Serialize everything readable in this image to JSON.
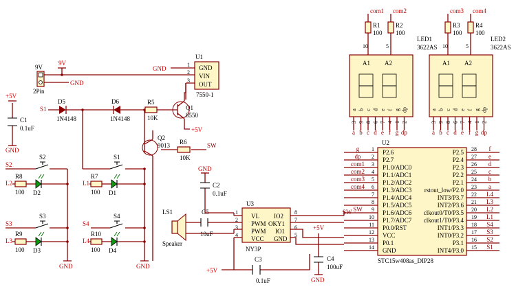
{
  "schematic": {
    "net_labels": {
      "gnd": "GND",
      "v9": "9V",
      "v5": "+5V",
      "s1": "S1",
      "s2": "S2",
      "s3": "S3",
      "s4": "S4",
      "l1": "L1",
      "l2": "L2",
      "l3": "L3",
      "l4": "L4",
      "sw": "SW",
      "com1": "com1",
      "com2": "com2",
      "com3": "com3",
      "com4": "com4",
      "g": "g",
      "dp": "dp",
      "a": "a",
      "b": "b",
      "c": "c",
      "d": "d",
      "e": "e",
      "f": "f"
    },
    "u1": {
      "ref": "U1",
      "part": "7550-1",
      "pins": [
        "GND",
        "VIN",
        "OUT"
      ],
      "pin_numbers": [
        "1",
        "2",
        "3"
      ]
    },
    "power_jack": {
      "ref": "9V",
      "part": "2Pin"
    },
    "c1": {
      "ref": "C1",
      "value": "0.1uF"
    },
    "c2": {
      "ref": "C2",
      "value": "0.1uF"
    },
    "c3": {
      "ref": "C3",
      "value": "0.1uF"
    },
    "c4": {
      "ref": "C4",
      "value": "100uF"
    },
    "c5": {
      "ref": "C5",
      "value": "10uF"
    },
    "d5": {
      "ref": "D5",
      "part": "1N4148"
    },
    "d6": {
      "ref": "D6",
      "part": "1N4148"
    },
    "r5": {
      "ref": "R5",
      "value": "10K"
    },
    "r6": {
      "ref": "R6",
      "value": "10K"
    },
    "q1": {
      "ref": "Q1",
      "part": "8550"
    },
    "q2": {
      "ref": "Q2",
      "part": "9013"
    },
    "switches": [
      {
        "ref": "S1",
        "resistor": "R7",
        "value": "100",
        "led": "D1",
        "sig": "S1",
        "line": "L1"
      },
      {
        "ref": "S2",
        "resistor": "R8",
        "value": "100",
        "led": "D2",
        "sig": "S2",
        "line": "L2"
      },
      {
        "ref": "S3",
        "resistor": "R9",
        "value": "100",
        "led": "D3",
        "sig": "S3",
        "line": "L3"
      },
      {
        "ref": "S4",
        "resistor": "R10",
        "value": "100",
        "led": "D4",
        "sig": "S4",
        "line": "L4"
      }
    ],
    "speaker": {
      "ref": "LS1",
      "part": "Speaker"
    },
    "u3": {
      "ref": "U3",
      "part": "NY3P",
      "left_pins": [
        {
          "name": "VL",
          "num": "1"
        },
        {
          "name": "PWM",
          "num": "2"
        },
        {
          "name": "PWM",
          "num": "3"
        },
        {
          "name": "VCC",
          "num": "4"
        }
      ],
      "right_pins": [
        {
          "name": "IO2",
          "num": "8"
        },
        {
          "name": "OKY1",
          "num": "7"
        },
        {
          "name": "IO1",
          "num": "6"
        },
        {
          "name": "GND",
          "num": "5"
        }
      ]
    },
    "u2": {
      "ref": "U2",
      "part": "STC15w408as_DIP28",
      "left_pins": [
        {
          "name": "P2.6",
          "num": "1",
          "net": "g"
        },
        {
          "name": "P2.7",
          "num": "2",
          "net": "dp"
        },
        {
          "name": "P1.0/ADC0",
          "num": "3",
          "net": "com1"
        },
        {
          "name": "P1.1/ADC1",
          "num": "4",
          "net": "com2"
        },
        {
          "name": "P1.2/ADC2",
          "num": "5",
          "net": "com3"
        },
        {
          "name": "P1.3/ADC3",
          "num": "6",
          "net": "com4"
        },
        {
          "name": "P1.4/ADC4",
          "num": "7",
          "net": ""
        },
        {
          "name": "P1.5/ADC5",
          "num": "8",
          "net": ""
        },
        {
          "name": "P1.6/ADC6",
          "num": "9",
          "net": "SW"
        },
        {
          "name": "P1.7/ADC7",
          "num": "10",
          "net": ""
        },
        {
          "name": "P0.0/RST",
          "num": "11",
          "net": ""
        },
        {
          "name": "VCC",
          "num": "12",
          "net": ""
        },
        {
          "name": "P0.1",
          "num": "13",
          "net": ""
        },
        {
          "name": "GND",
          "num": "14",
          "net": ""
        }
      ],
      "right_pins": [
        {
          "name": "P2.5",
          "num": "28",
          "net": "f"
        },
        {
          "name": "P2.4",
          "num": "27",
          "net": "e"
        },
        {
          "name": "P2.3",
          "num": "26",
          "net": "d"
        },
        {
          "name": "P2.2",
          "num": "25",
          "net": "c"
        },
        {
          "name": "P2.1",
          "num": "24",
          "net": "b"
        },
        {
          "name": "rstout_low/P2.0",
          "num": "23",
          "net": "a"
        },
        {
          "name": "INT3/P3.7",
          "num": "22",
          "net": "L4"
        },
        {
          "name": "INT2/P3.6",
          "num": "21",
          "net": "L3"
        },
        {
          "name": "clkout0/T0/P3.5",
          "num": "20",
          "net": "L2"
        },
        {
          "name": "clkout1/T0/P3.4",
          "num": "19",
          "net": "L1"
        },
        {
          "name": "INT1/P3.3",
          "num": "18",
          "net": "S4"
        },
        {
          "name": "INT0/P3.2",
          "num": "17",
          "net": "S3"
        },
        {
          "name": "P3.1",
          "num": "16",
          "net": "S2"
        },
        {
          "name": "INT4/P3.0",
          "num": "15",
          "net": "S1"
        }
      ]
    },
    "led1": {
      "ref": "LED1",
      "part": "3622AS",
      "digits": [
        "A1",
        "A2"
      ],
      "r_left": {
        "ref": "R1",
        "value": "100",
        "pin": "10"
      },
      "r_right": {
        "ref": "R2",
        "value": "100",
        "pin": "5"
      }
    },
    "led2": {
      "ref": "LED2",
      "part": "3622AS",
      "digits": [
        "A1",
        "A2"
      ],
      "r_left": {
        "ref": "R3",
        "value": "100",
        "pin": "10"
      },
      "r_right": {
        "ref": "R4",
        "value": "100",
        "pin": "5"
      }
    },
    "seg_pin_names": [
      "a",
      "b",
      "c",
      "d",
      "e",
      "f",
      "g",
      "dp"
    ],
    "seg_pin_numbers": [
      "3",
      "9",
      "8",
      "6",
      "7",
      "4",
      "1",
      "2"
    ]
  }
}
